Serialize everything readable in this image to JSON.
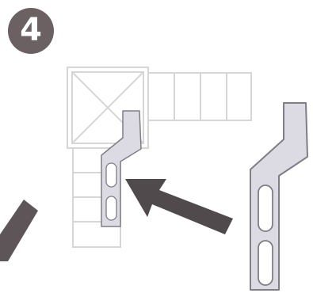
{
  "step": {
    "number": "4"
  },
  "colors": {
    "badge_fill": "#6b6163",
    "badge_text": "#ffffff",
    "bracket_fill": "#dcdbe3",
    "bracket_stroke": "#7f7d86",
    "arrow_fill": "#504a4c",
    "outline_stroke": "#d6d6d6",
    "partial_bar_fill": "#5d5557"
  },
  "icons": {
    "step_badge": "circled-number",
    "bracket": "l-bracket-with-slots",
    "arrow": "insertion-arrow"
  }
}
